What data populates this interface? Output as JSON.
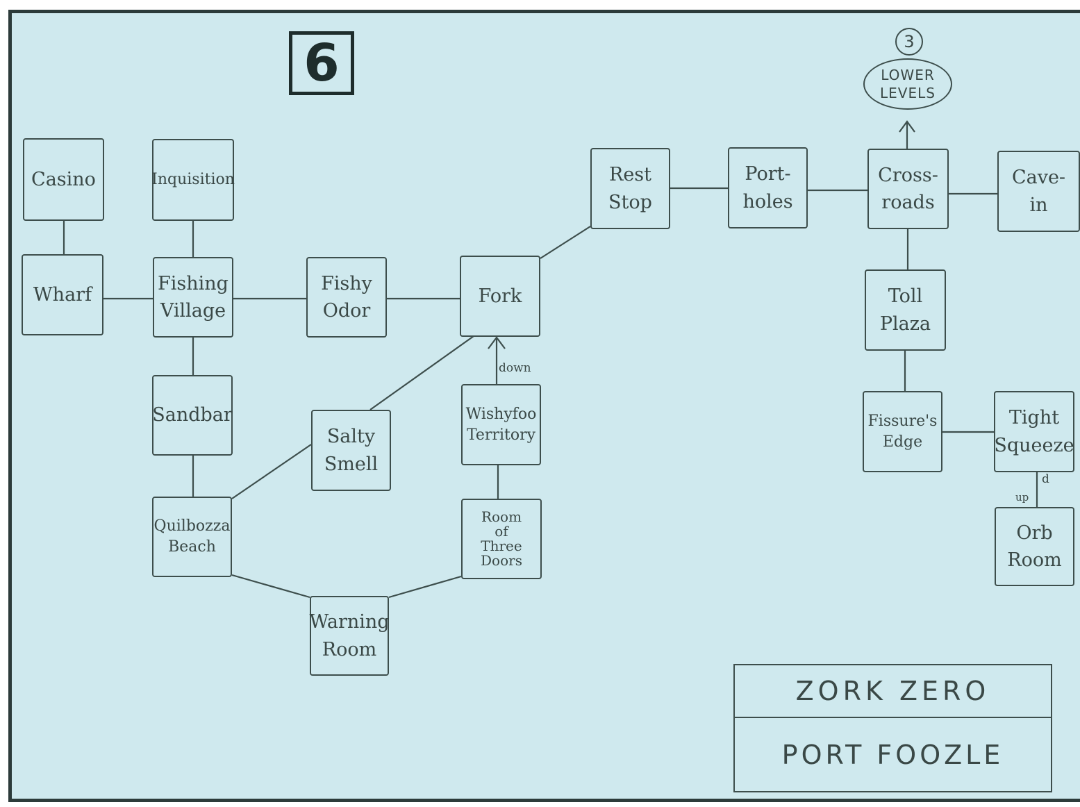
{
  "map": {
    "number": "6",
    "game": "ZORK ZERO",
    "area": "PORT FOOZLE",
    "lower_levels": {
      "label": "LOWER\nLEVELS",
      "map_ref": "3"
    }
  },
  "rooms": [
    {
      "id": "casino",
      "label": "Casino"
    },
    {
      "id": "inquisition",
      "label": "Inquisition"
    },
    {
      "id": "wharf",
      "label": "Wharf"
    },
    {
      "id": "fishing_village",
      "label": "Fishing\nVillage"
    },
    {
      "id": "fishy_odor",
      "label": "Fishy\nOdor"
    },
    {
      "id": "fork",
      "label": "Fork"
    },
    {
      "id": "rest_stop",
      "label": "Rest\nStop"
    },
    {
      "id": "portholes",
      "label": "Port-\nholes"
    },
    {
      "id": "crossroads",
      "label": "Cross-\nroads"
    },
    {
      "id": "cave_in",
      "label": "Cave-\nin"
    },
    {
      "id": "toll_plaza",
      "label": "Toll\nPlaza"
    },
    {
      "id": "fissures_edge",
      "label": "Fissure's\nEdge"
    },
    {
      "id": "tight_squeeze",
      "label": "Tight\nSqueeze"
    },
    {
      "id": "orb_room",
      "label": "Orb\nRoom"
    },
    {
      "id": "sandbar",
      "label": "Sandbar"
    },
    {
      "id": "salty_smell",
      "label": "Salty\nSmell"
    },
    {
      "id": "wishyfoo_territory",
      "label": "Wishyfoo\nTerritory"
    },
    {
      "id": "quilbozza_beach",
      "label": "Quilbozza\nBeach"
    },
    {
      "id": "room_of_three_doors",
      "label": "Room\nof\nThree\nDoors"
    },
    {
      "id": "warning_room",
      "label": "Warning\nRoom"
    }
  ],
  "hints": {
    "wishyfoo_to_fork": "down",
    "tight_squeeze_to_orb": "d",
    "orb_to_tight_squeeze": "up"
  }
}
